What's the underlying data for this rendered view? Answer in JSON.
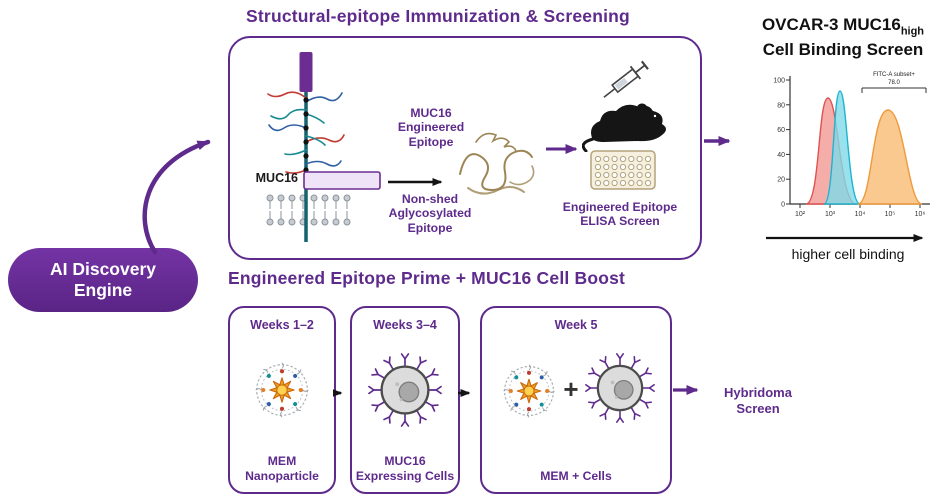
{
  "colors": {
    "purple": "#5e2b8c",
    "red_series": "#e05252",
    "cyan_series": "#1fb3cf",
    "orange_series": "#ee9a3c"
  },
  "top": {
    "title": "Structural-epitope Immunization & Screening",
    "muc16_label": "MUC16",
    "engineered_epitope_label": "MUC16\nEngineered\nEpitope",
    "nonshed_label": "Non-shed\nAglycosylated\nEpitope",
    "elisa_label": "Engineered Epitope\nELISA Screen"
  },
  "ai_engine": {
    "label": "AI Discovery\nEngine"
  },
  "binding_screen": {
    "title_prefix": "OVCAR-3 MUC16",
    "title_subscript": "high",
    "title_line2": "Cell Binding Screen",
    "gate_label": "FITC-A subset+",
    "gate_value": "78.0",
    "axis_label": "higher cell binding",
    "y_ticks": [
      "100",
      "80",
      "60",
      "40",
      "20",
      "0"
    ],
    "x_ticks": [
      "10²",
      "10³",
      "10⁴",
      "10⁵",
      "10⁶"
    ]
  },
  "chart_data": {
    "type": "area",
    "title": "OVCAR-3 MUC16high Cell Binding Screen",
    "xlabel": "higher cell binding",
    "ylabel": "",
    "x_scale": "log",
    "x_ticks": [
      "10^2",
      "10^3",
      "10^4",
      "10^5",
      "10^6"
    ],
    "ylim": [
      0,
      100
    ],
    "series": [
      {
        "name": "red population",
        "color": "#e87a74",
        "peak_x": "10^2.9",
        "peak_y": 85
      },
      {
        "name": "cyan population",
        "color": "#55cbdd",
        "peak_x": "10^3.2",
        "peak_y": 91
      },
      {
        "name": "orange population",
        "color": "#f6b35c",
        "peak_x": "10^4.8",
        "peak_y": 76
      }
    ],
    "annotations": [
      {
        "label": "FITC-A subset+",
        "value": "78.0",
        "position": "top-right gate"
      }
    ]
  },
  "boost": {
    "title": "Engineered Epitope Prime + MUC16 Cell Boost",
    "boxes": [
      {
        "week": "Weeks 1–2",
        "label": "MEM\nNanoparticle"
      },
      {
        "week": "Weeks 3–4",
        "label": "MUC16\nExpressing Cells"
      },
      {
        "week": "Week 5",
        "label": "MEM + Cells"
      }
    ],
    "plus_sign": "+",
    "hybridoma_label": "Hybridoma\nScreen"
  }
}
